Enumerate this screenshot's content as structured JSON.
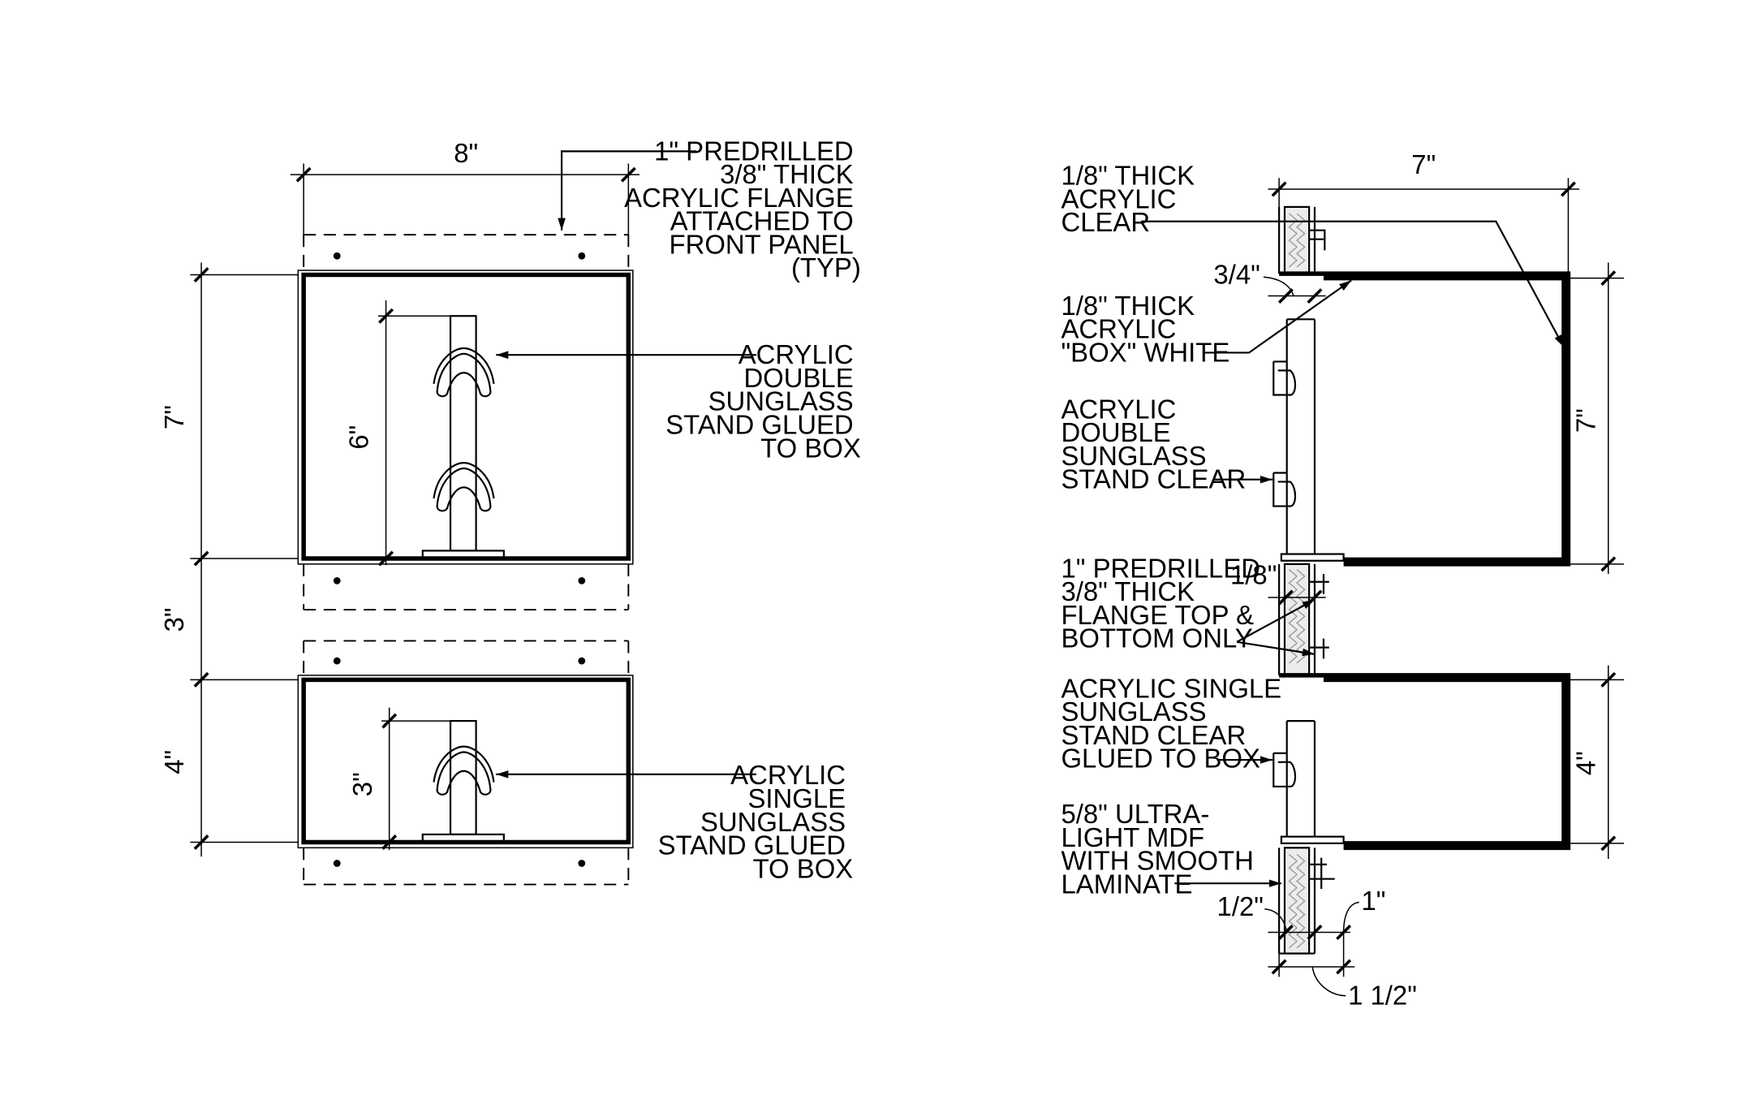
{
  "front_view": {
    "dimensions": {
      "width": "8\"",
      "upper_box_height": "7\"",
      "gap": "3\"",
      "lower_box_height": "4\"",
      "upper_stand_height": "6\"",
      "lower_stand_height": "3\""
    },
    "callouts": {
      "flange": [
        "1\" PREDRILLED",
        "3/8\" THICK",
        "ACRYLIC FLANGE",
        "ATTACHED TO",
        "FRONT PANEL",
        "(TYP)"
      ],
      "double_stand": [
        "ACRYLIC",
        "DOUBLE",
        "SUNGLASS",
        "STAND GLUED",
        "TO BOX"
      ],
      "single_stand": [
        "ACRYLIC",
        "SINGLE",
        "SUNGLASS",
        "STAND GLUED",
        "TO BOX"
      ]
    }
  },
  "section_view": {
    "dimensions": {
      "depth": "7\"",
      "upper_box_height": "7\"",
      "lower_box_height": "4\"",
      "offset_3_4": "3/4\"",
      "offset_1_8": "1/8\"",
      "offset_1_2": "1/2\"",
      "offset_1": "1\"",
      "overall_1_1_2": "1 1/2\""
    },
    "callouts": {
      "clear_acrylic": [
        "1/8\" THICK",
        "ACRYLIC",
        "CLEAR"
      ],
      "white_box": [
        "1/8\" THICK",
        "ACRYLIC",
        "\"BOX\" WHITE"
      ],
      "double_stand": [
        "ACRYLIC",
        "DOUBLE",
        "SUNGLASS",
        "STAND CLEAR"
      ],
      "flange": [
        "1\" PREDRILLED",
        "3/8\" THICK",
        "FLANGE TOP &",
        "BOTTOM ONLY"
      ],
      "single_stand": [
        "ACRYLIC SINGLE",
        "SUNGLASS",
        "STAND CLEAR",
        "GLUED TO BOX"
      ],
      "mdf": [
        "5/8\" ULTRA-",
        "LIGHT MDF",
        "WITH SMOOTH",
        "LAMINATE"
      ]
    }
  }
}
